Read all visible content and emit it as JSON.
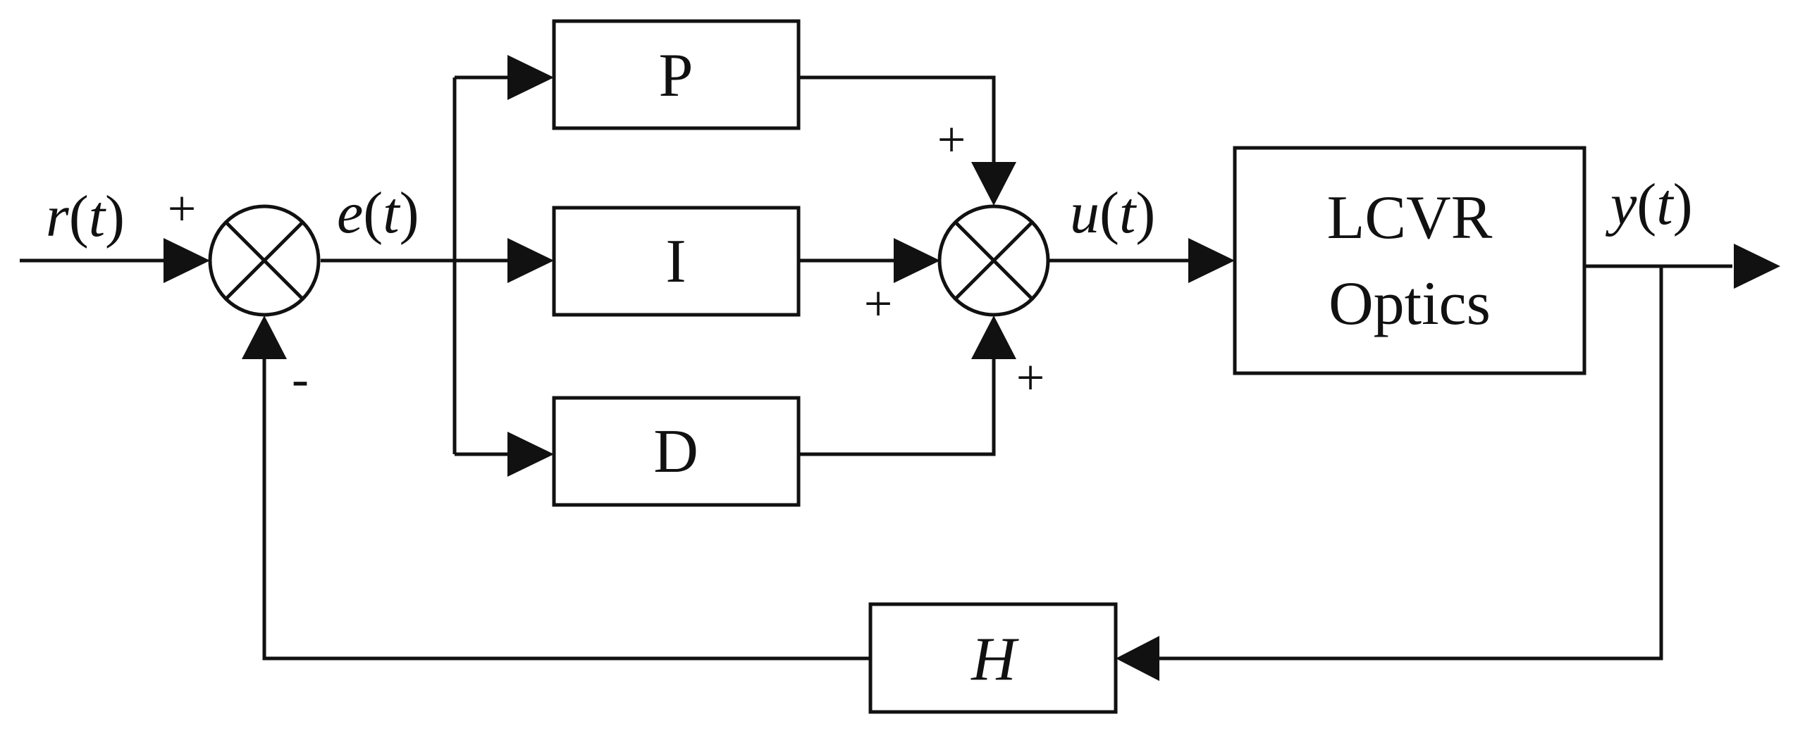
{
  "blocks": {
    "p": "P",
    "i": "I",
    "d": "D",
    "plant_line1": "LCVR",
    "plant_line2": "Optics",
    "feedback": "H"
  },
  "signals": {
    "reference": {
      "var": "r",
      "arg": "t"
    },
    "error": {
      "var": "e",
      "arg": "t"
    },
    "control": {
      "var": "u",
      "arg": "t"
    },
    "output": {
      "var": "y",
      "arg": "t"
    }
  },
  "signs": {
    "sum1_reference": "+",
    "sum1_feedback": "-",
    "sum2_p": "+",
    "sum2_i": "+",
    "sum2_d": "+"
  }
}
